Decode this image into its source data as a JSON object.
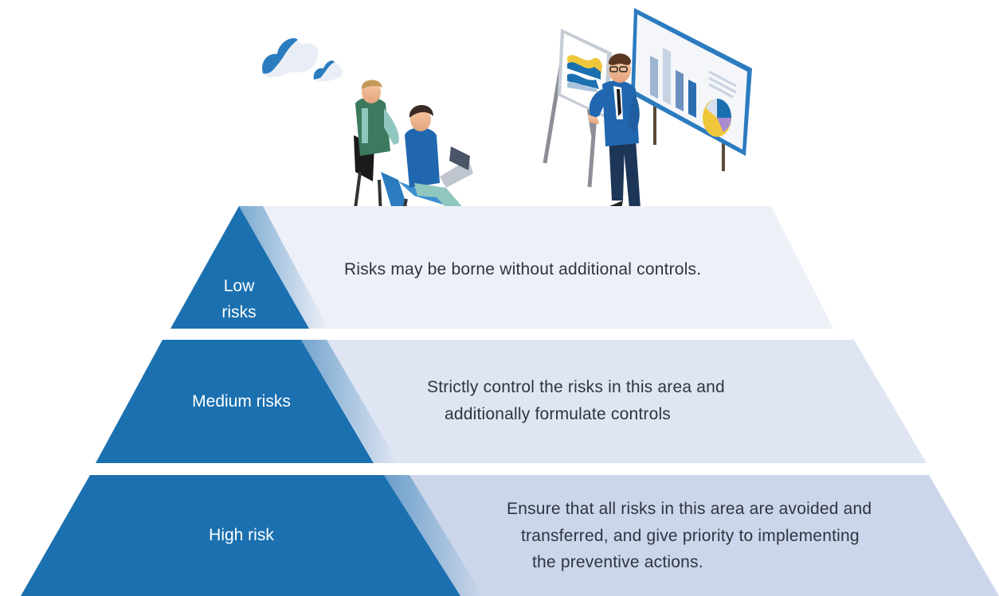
{
  "colors": {
    "primary_blue": "#1b70b0",
    "band_top": "#eef0f8",
    "band_middle": "#dfe5f2",
    "band_bottom": "#cbd6ea",
    "text_dark": "#2f3440"
  },
  "pyramid": {
    "tiers": [
      {
        "id": "low",
        "label": "Low\nrisks",
        "description_lines": [
          "Risks may be borne without additional controls."
        ]
      },
      {
        "id": "medium",
        "label": "Medium risks",
        "description_lines": [
          "Strictly control the risks in this area and",
          "additionally formulate controls"
        ]
      },
      {
        "id": "high",
        "label": "High risk",
        "description_lines": [
          "Ensure that all risks in this area are avoided and",
          "transferred, and give priority to implementing",
          "the preventive actions."
        ]
      }
    ]
  },
  "illustration": {
    "scene": "business-meeting-presentation",
    "icons": [
      "cloud-icon",
      "presenter-figure",
      "seated-people-figures",
      "flipchart-icon",
      "bar-chart-board-icon",
      "pie-chart-icon"
    ]
  }
}
